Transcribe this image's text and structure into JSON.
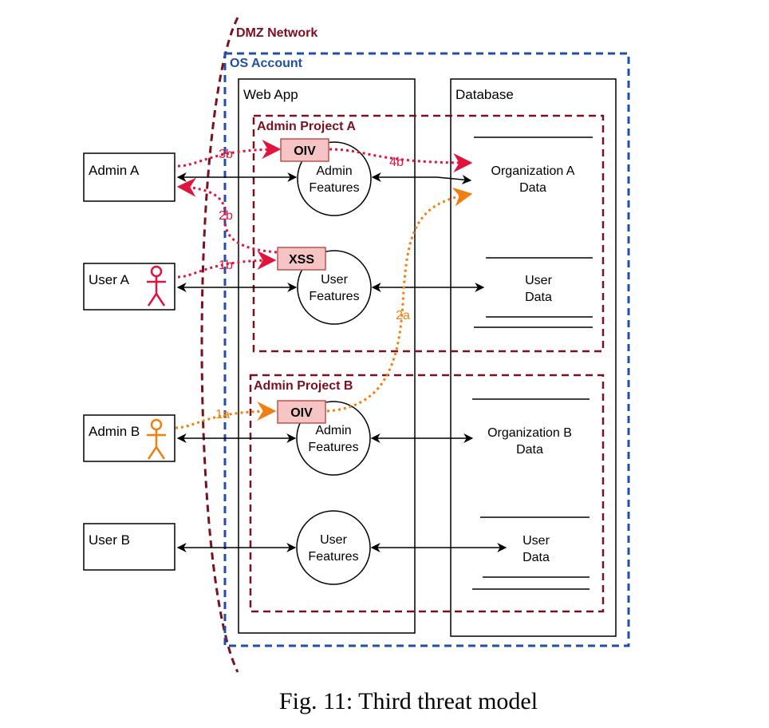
{
  "zones": {
    "dmz": "DMZ Network",
    "os_account": "OS Account",
    "web_app": "Web App",
    "database": "Database",
    "project_a": "Admin Project A",
    "project_b": "Admin Project B"
  },
  "actors": {
    "admin_a": "Admin A",
    "user_a": "User A",
    "admin_b": "Admin B",
    "user_b": "User B"
  },
  "features": {
    "admin_a_1": "Admin",
    "admin_a_2": "Features",
    "user_a_1": "User",
    "user_a_2": "Features",
    "admin_b_1": "Admin",
    "admin_b_2": "Features",
    "user_b_1": "User",
    "user_b_2": "Features"
  },
  "stores": {
    "org_a_1": "Organization A",
    "org_a_2": "Data",
    "user_a_1": "User",
    "user_a_2": "Data",
    "org_b_1": "Organization B",
    "org_b_2": "Data",
    "user_b_1": "User",
    "user_b_2": "Data"
  },
  "attacks": {
    "oiv_a": "OIV",
    "xss": "XSS",
    "oiv_b": "OIV"
  },
  "steps": {
    "s3b": "3b",
    "s4b": "4b",
    "s2b": "2b",
    "s1b": "1b",
    "s2a": "2a",
    "s1a": "1a"
  },
  "colors": {
    "dmz": "#7a1020",
    "os_account": "#1f4fa8",
    "project": "#7a1020",
    "attack_red": "#e0143c",
    "attack_orange": "#f07f12",
    "attack_box_fill": "#f6c4c4",
    "attack_box_stroke": "#c0504d"
  },
  "caption": "Fig. 11: Third threat model"
}
